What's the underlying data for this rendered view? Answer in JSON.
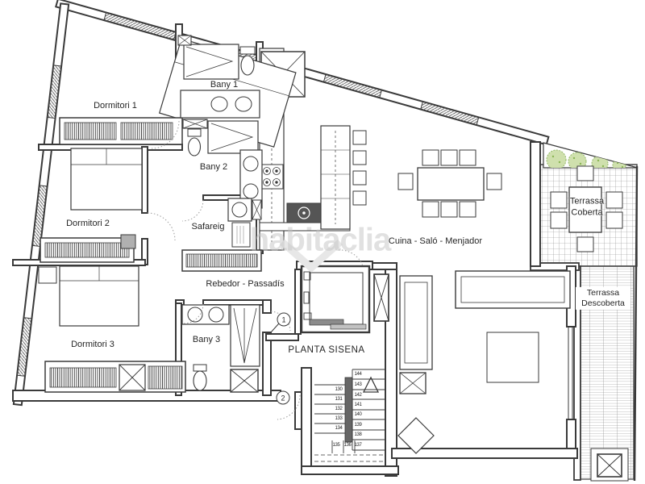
{
  "title": "PLANTA SISENA",
  "watermark": "habitaclia",
  "rooms": {
    "dormitori1": "Dormitori 1",
    "dormitori2": "Dormitori 2",
    "dormitori3": "Dormitori 3",
    "bany1": "Bany 1",
    "bany2": "Bany 2",
    "bany3": "Bany 3",
    "safareig": "Safareig",
    "rebedor": "Rebedor - Passadís",
    "cuina": "Cuina - Saló - Menjador",
    "terrassa_coberta_l1": "Terrassa",
    "terrassa_coberta_l2": "Coberta",
    "terrassa_descoberta_l1": "Terrassa",
    "terrassa_descoberta_l2": "Descoberta"
  },
  "markers": {
    "door1": "1",
    "door2": "2"
  },
  "stairs": {
    "right": [
      "144",
      "143",
      "142",
      "141",
      "140",
      "139",
      "138"
    ],
    "left": [
      "130",
      "131",
      "132",
      "133",
      "134"
    ],
    "bottom": [
      "135",
      "136",
      "137"
    ]
  },
  "colors": {
    "line": "#3a3a3a",
    "plant_green": "#cfe0ad",
    "plant_green_dark": "#8ab554",
    "gray_fill": "#b0b0b0",
    "watermark_gray": "#c4c4c4"
  }
}
